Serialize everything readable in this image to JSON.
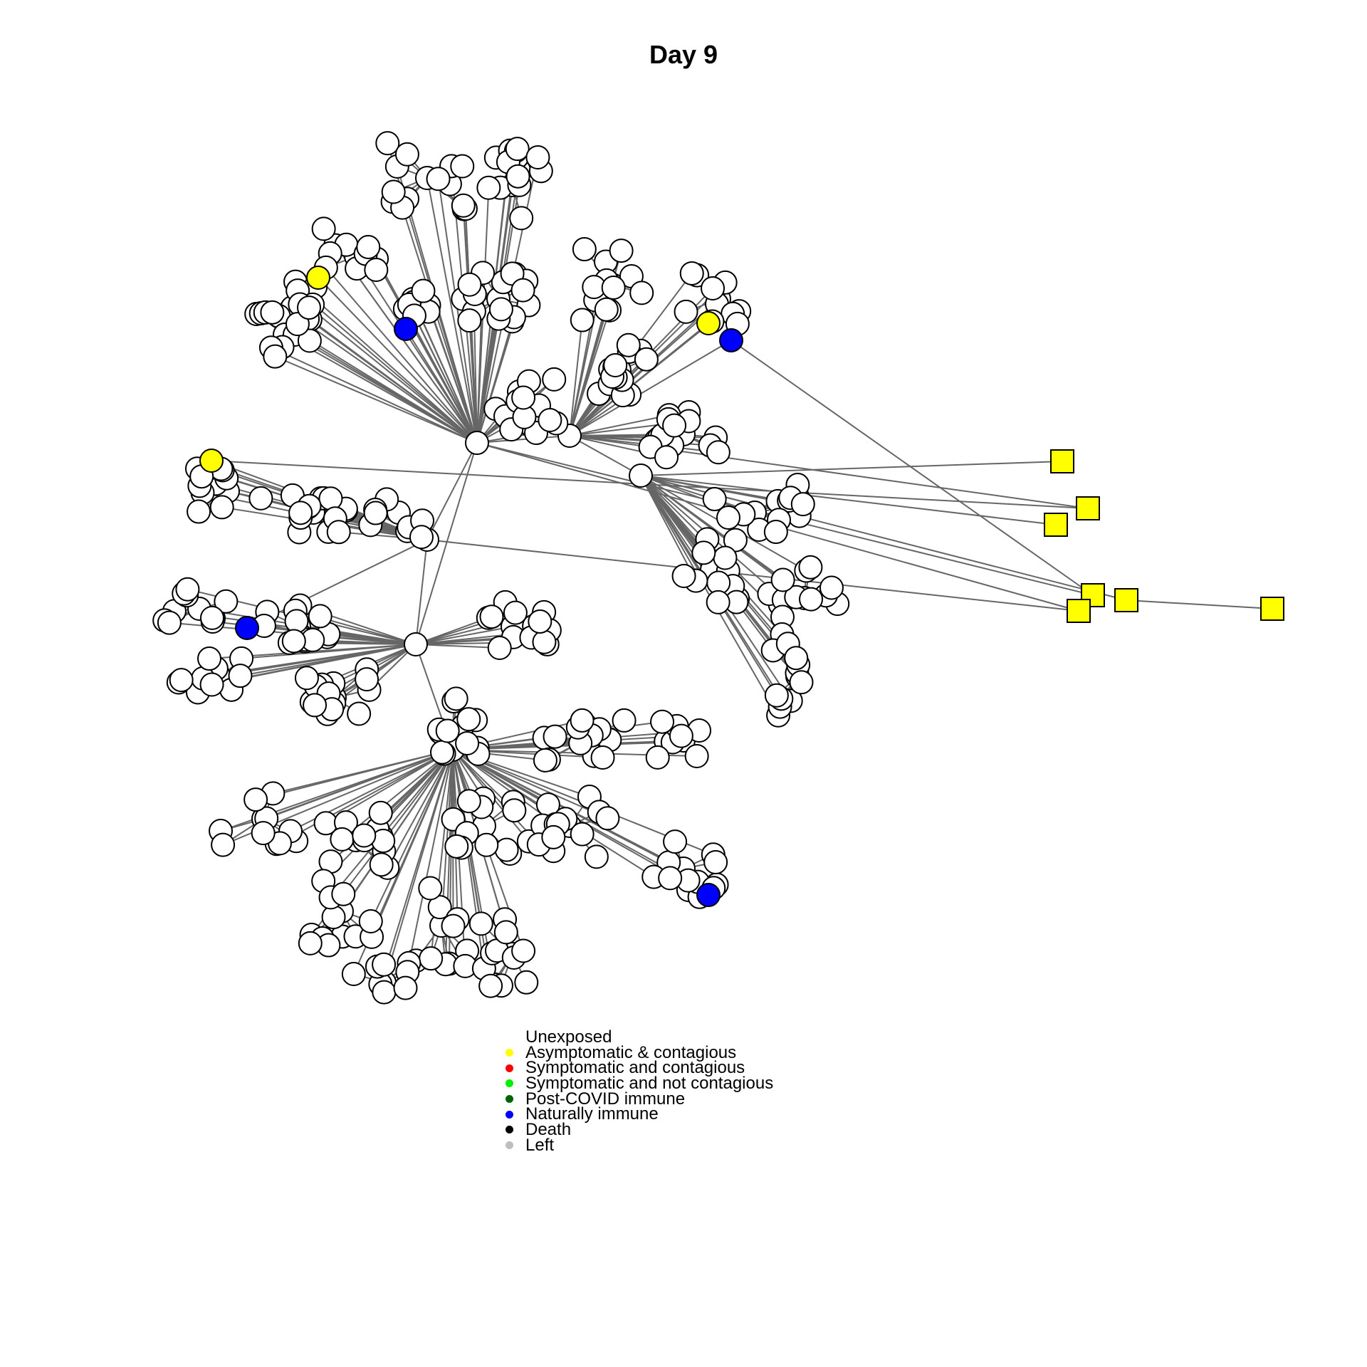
{
  "title": "Day 9",
  "legend": [
    {
      "label": "Unexposed",
      "color": "#ffffff"
    },
    {
      "label": "Asymptomatic & contagious",
      "color": "#ffff00"
    },
    {
      "label": "Symptomatic and contagious",
      "color": "#ff0000"
    },
    {
      "label": "Symptomatic and not contagious",
      "color": "#00ee00"
    },
    {
      "label": "Post-COVID immune",
      "color": "#006400"
    },
    {
      "label": "Naturally immune",
      "color": "#0000ff"
    },
    {
      "label": "Death",
      "color": "#000000"
    },
    {
      "label": "Left",
      "color": "#bebebe"
    }
  ],
  "colors": {
    "edge": "#666666",
    "node_stroke": "#000000",
    "unexposed": "#ffffff",
    "asymptomatic": "#ffff00",
    "naturally_immune": "#0000ff"
  },
  "node_shapes": {
    "household_member": "circle",
    "external_contact": "square"
  }
}
